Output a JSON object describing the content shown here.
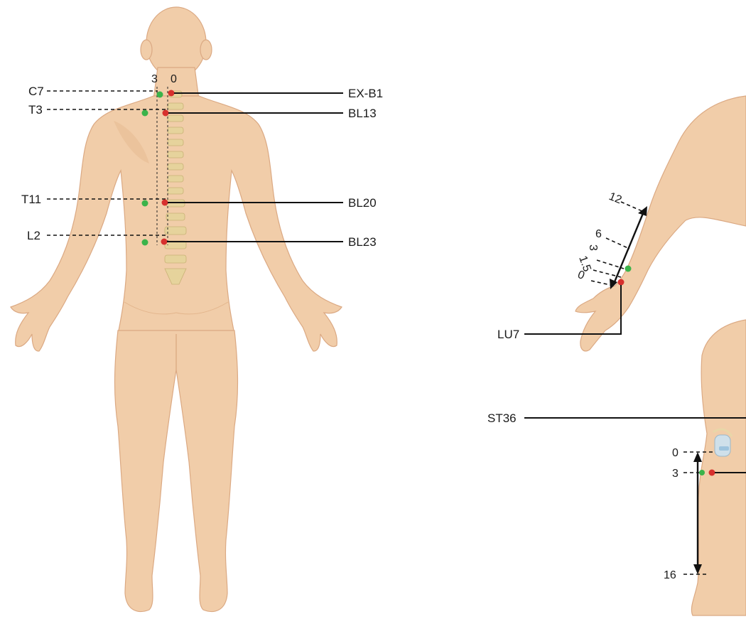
{
  "back_view": {
    "guide_labels": {
      "lateral": "3",
      "midline": "0"
    },
    "levels": [
      {
        "left_label": "C7",
        "point": "EX-B1"
      },
      {
        "left_label": "T3",
        "point": "BL13"
      },
      {
        "left_label": "T11",
        "point": "BL20"
      },
      {
        "left_label": "L2",
        "point": "BL23"
      }
    ]
  },
  "arm_view": {
    "point": "LU7",
    "scale_ticks": [
      "12",
      "6",
      "3",
      "1.5",
      "0"
    ]
  },
  "leg_view": {
    "point": "ST36",
    "scale_ticks": [
      "0",
      "3",
      "16"
    ]
  },
  "colors": {
    "acupoint": "#d7312e",
    "reference_point": "#3bb34a",
    "skin": "#f1cda9"
  }
}
